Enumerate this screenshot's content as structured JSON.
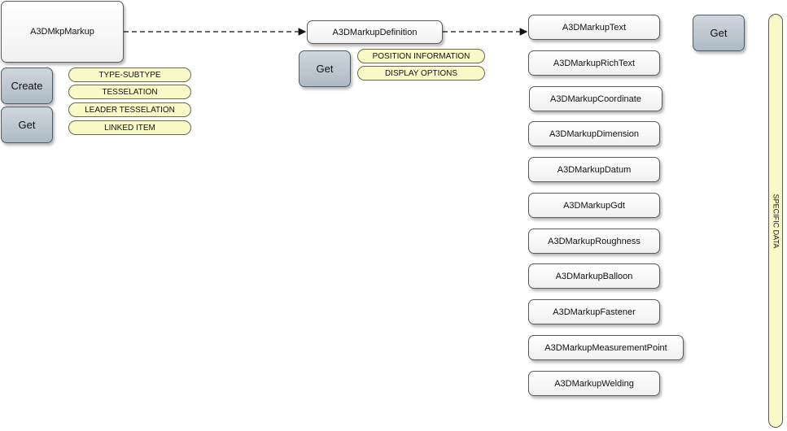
{
  "markup": {
    "title": "A3DMkpMarkup",
    "create_label": "Create",
    "get_label": "Get",
    "tags": [
      "TYPE-SUBTYPE",
      "TESSELATION",
      "LEADER TESSELATION",
      "LINKED ITEM"
    ]
  },
  "definition": {
    "title": "A3DMarkupDefinition",
    "get_label": "Get",
    "tags": [
      "POSITION INFORMATION",
      "DISPLAY OPTIONS"
    ]
  },
  "types": [
    "A3DMarkupText",
    "A3DMarkupRichText",
    "A3DMarkupCoordinate",
    "A3DMarkupDimension",
    "A3DMarkupDatum",
    "A3DMarkupGdt",
    "A3DMarkupRoughness",
    "A3DMarkupBalloon",
    "A3DMarkupFastener",
    "A3DMarkupMeasurementPoint",
    "A3DMarkupWelding"
  ],
  "specific": {
    "get_label": "Get",
    "label": "SPECIFIC DATA"
  },
  "colors": {
    "button_fill": "#b8c3cc",
    "tag_fill": "#fafac8",
    "node_fill": "#ffffff",
    "border": "#5a5a5a"
  }
}
